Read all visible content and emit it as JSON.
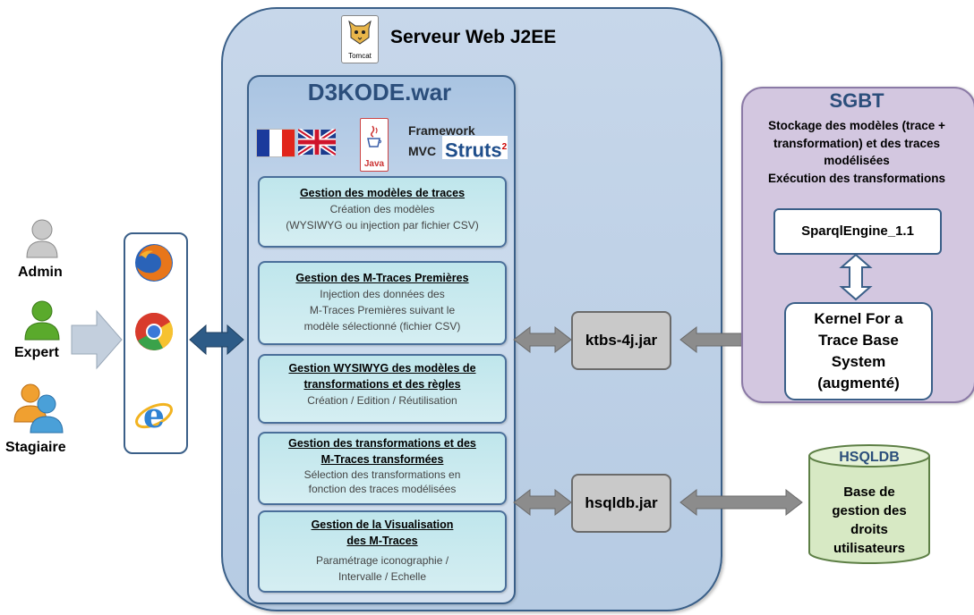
{
  "server": {
    "title": "Serveur Web J2EE",
    "tomcat_label": "Tomcat"
  },
  "war": {
    "title": "D3KODE.war",
    "java_label": "Java",
    "framework_line1": "Framework",
    "framework_line2": "MVC",
    "struts_label": "Struts",
    "struts_sup": "2",
    "modules": [
      {
        "title": "Gestion des modèles de traces",
        "lines": [
          "Création des modèles",
          "(WYSIWYG ou injection par fichier CSV)"
        ]
      },
      {
        "title": "Gestion des M-Traces Premières",
        "lines": [
          "Injection des données des",
          "M-Traces Premières suivant le",
          "modèle sélectionné (fichier CSV)"
        ]
      },
      {
        "title_lines": [
          "Gestion WYSIWYG des modèles de",
          "transformations et des règles"
        ],
        "lines": [
          "Création / Edition / Réutilisation"
        ]
      },
      {
        "title_lines": [
          "Gestion des transformations et des",
          "M-Traces transformées"
        ],
        "lines": [
          "Sélection des transformations en",
          "fonction des traces modélisées"
        ]
      },
      {
        "title_lines": [
          "Gestion de la Visualisation",
          "des M-Traces"
        ],
        "lines": [
          "Paramétrage iconographie /",
          "Intervalle / Echelle"
        ]
      }
    ]
  },
  "users": [
    {
      "label": "Admin",
      "color": "#b8b8b8"
    },
    {
      "label": "Expert",
      "color": "#5aaa2c"
    },
    {
      "label": "Stagiaire",
      "color": "#4aa0d8"
    }
  ],
  "jars": {
    "ktbs": "ktbs-4j.jar",
    "hsqldb": "hsqldb.jar"
  },
  "sgbt": {
    "title": "SGBT",
    "desc_lines": [
      "Stockage des modèles (trace +",
      "transformation) et des traces",
      "modélisées",
      "Exécution des transformations"
    ],
    "sparql": "SparqlEngine_1.1",
    "kernel_lines": [
      "Kernel For a",
      "Trace Base",
      "System",
      "(augmenté)"
    ]
  },
  "hsqldb": {
    "title": "HSQLDB",
    "desc_lines": [
      "Base de",
      "gestion des",
      "droits",
      "utilisateurs"
    ]
  },
  "colors": {
    "server_bg": "#bdd0e6",
    "module_bg": "#c8e9ee",
    "sgbt_bg": "#d3c7e0",
    "arrow_blue": "#2d5b87",
    "arrow_gray": "#8c8c8c",
    "db_bg": "#d7e9c4"
  }
}
